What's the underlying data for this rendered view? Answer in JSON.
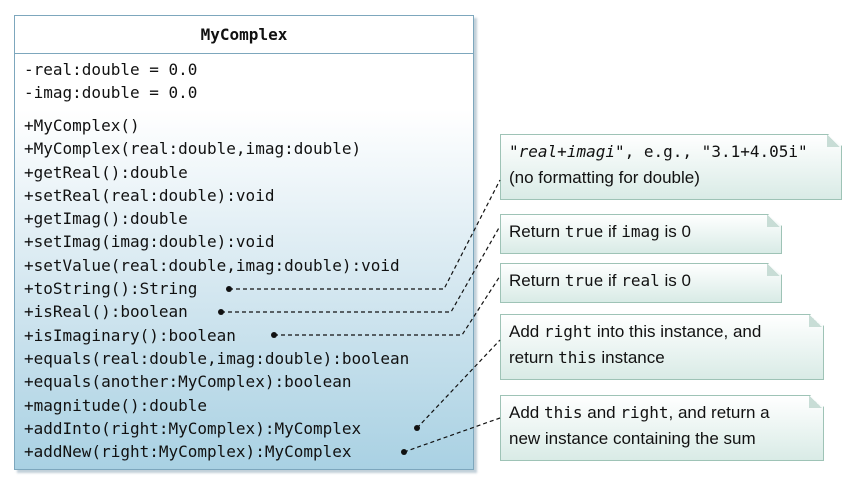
{
  "class": {
    "name": "MyComplex",
    "attributes": [
      "-real:double = 0.0",
      "-imag:double = 0.0"
    ],
    "methods": [
      "+MyComplex()",
      "+MyComplex(real:double,imag:double)",
      "+getReal():double",
      "+setReal(real:double):void",
      "+getImag():double",
      "+setImag(imag:double):void",
      "+setValue(real:double,imag:double):void",
      "+toString():String",
      "+isReal():boolean",
      "+isImaginary():boolean",
      "+equals(real:double,imag:double):boolean",
      "+equals(another:MyComplex):boolean",
      "+magnitude():double",
      "+addInto(right:MyComplex):MyComplex",
      "+addNew(right:MyComplex):MyComplex"
    ]
  },
  "notes": {
    "tostring": {
      "q1": "\"",
      "real": "real",
      "plus": "+",
      "imagi": "imagi",
      "rest": "\", e.g., \"3.1+4.05i\"",
      "line2": "(no formatting for double)"
    },
    "isreal": {
      "a": "Return ",
      "b": "true",
      "c": " if ",
      "d": "imag",
      "e": " is 0"
    },
    "isimag": {
      "a": "Return ",
      "b": "true",
      "c": " if ",
      "d": "real",
      "e": " is 0"
    },
    "addinto": {
      "a": "Add ",
      "b": "right",
      "c": " into this instance, and",
      "d": "return ",
      "e": "this",
      "f": " instance"
    },
    "addnew": {
      "a": "Add ",
      "b": "this",
      "c": " and ",
      "d": "right",
      "e": ", and return a",
      "f": "new instance containing the sum"
    }
  },
  "colors": {
    "class_border": "#7da7bd",
    "class_gradient_bottom": "#a9d1e3",
    "note_gradient_bottom": "#d9ebe6",
    "connector": "#111111"
  }
}
